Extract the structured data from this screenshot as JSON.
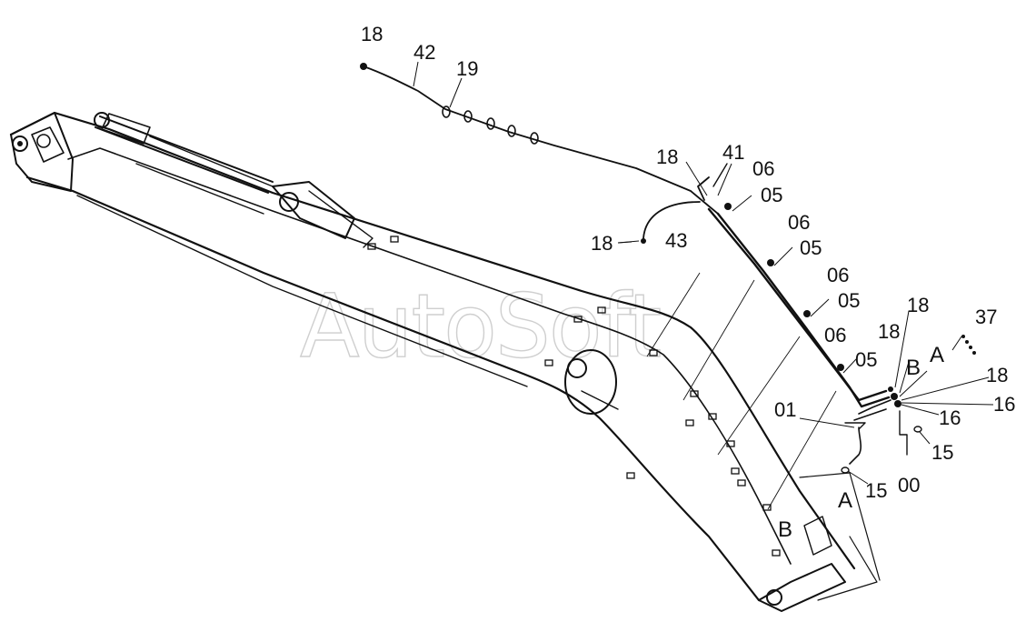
{
  "watermark": "AutoSoft",
  "part_labels": {
    "p18_top": "18",
    "p42": "42",
    "p19": "19",
    "p18_mid": "18",
    "p41": "41",
    "p06_a": "06",
    "p05_a": "05",
    "p18_left": "18",
    "p43": "43",
    "p06_b": "06",
    "p05_b": "05",
    "p06_c": "06",
    "p05_c": "05",
    "p06_d": "06",
    "p05_d": "05",
    "p18_r1": "18",
    "p18_r2": "18",
    "p37": "37",
    "pA_top": "A",
    "pB_top": "B",
    "p18_r3": "18",
    "p16_a": "16",
    "p16_b": "16",
    "p01": "01",
    "p15_a": "15",
    "p15_b": "15",
    "p00": "00",
    "pA_bot": "A",
    "pB_bot": "B"
  }
}
